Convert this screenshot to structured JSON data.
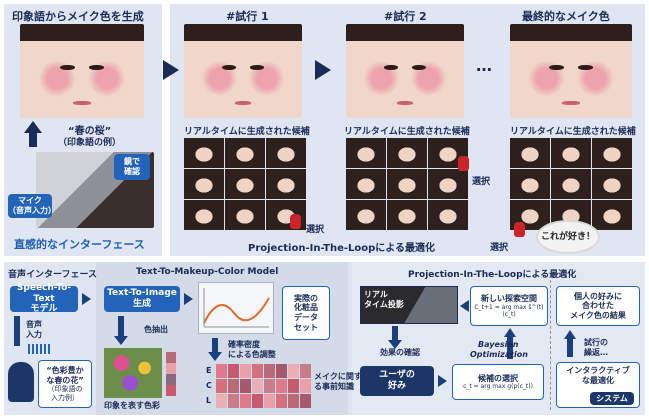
{
  "top_left": {
    "title": "印象語からメイク色を生成",
    "quote_line1": "“春の桜”",
    "quote_line2": "（印象語の例）",
    "mirror_label_1": "鏡で",
    "mirror_label_2": "確認",
    "mic_label_1": "マイク",
    "mic_label_2": "（音声入力）",
    "footer": "直感的なインターフェース"
  },
  "top_right": {
    "trial1": "#試行 1",
    "trial2": "#試行 2",
    "final": "最終的なメイク色",
    "realtime_label": "リアルタイムに生成された候補",
    "select_label": "選択",
    "thought": "これが好き！",
    "footer": "Projection-In-The-Loopによる最適化"
  },
  "bottom_left": {
    "title": "音声インターフェース",
    "stt_line1": "Speech-To-Text",
    "stt_line2": "モデル",
    "voice_line1": "音声",
    "voice_line2": "入力",
    "example_line1": "“色彩豊か",
    "example_line2": "な春の花”",
    "example_line3": "（印象語の",
    "example_line4": "入力例）"
  },
  "bottom_mid": {
    "title": "Text-To-Makeup-Color Model",
    "tti_line1": "Text-To-Image",
    "tti_line2": "生成",
    "extract_label": "色抽出",
    "image_caption": "印象を表す色彩",
    "prob_line1": "確率密度",
    "prob_line2": "による色調整",
    "dataset_line1": "実際の",
    "dataset_line2": "化粧品",
    "dataset_line3": "データ",
    "dataset_line4": "セット",
    "prior_line1": "メイクに関す",
    "prior_line2": "る事前知識",
    "row_labels": [
      "E",
      "C",
      "L"
    ]
  },
  "bottom_right": {
    "title": "Projection-In-The-Loopによる最適化",
    "cam_line1": "リアル",
    "cam_line2": "タイム投影",
    "space_line1": "新しい探索空間",
    "space_formula": "C_t+1 = arg max ŝ^(t)(c_t)",
    "confirm_label": "効果の確認",
    "bayes_line1": "Bayesian",
    "bayes_line2": "Optimization",
    "user_line1": "ユーザの",
    "user_line2": "好み",
    "choose_label": "候補の選択",
    "choose_formula": "c_t = arg max g(p(c_t))",
    "result_line1": "個人の好みに",
    "result_line2": "合わせた",
    "result_line3": "メイク色の結果",
    "repeat_line1": "試行の",
    "repeat_line2": "繰返…",
    "interactive_line1": "インタラクティブ",
    "interactive_line2": "な最適化",
    "system_label": "システム"
  },
  "colors": {
    "navy": "#1b2b57",
    "blue": "#2363b9",
    "panel": "#dfe6f1",
    "cursor_red": "#c9252b",
    "swatches": [
      "#e07a8a",
      "#c85a70",
      "#e9a0a8",
      "#d4707e",
      "#b86a78",
      "#a8586c",
      "#e8b0b4",
      "#c77e8a"
    ]
  }
}
